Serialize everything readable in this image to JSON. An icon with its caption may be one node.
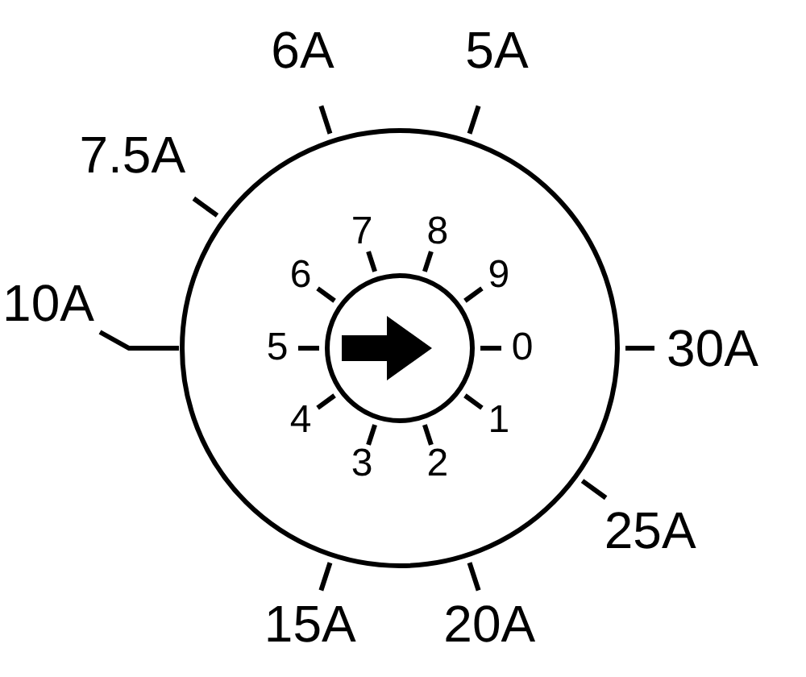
{
  "diagram": {
    "labels": [
      "6A",
      "5A",
      "7.5A",
      "7",
      "8",
      "6",
      "9",
      "10A",
      "5",
      "0",
      "30A",
      "4",
      "1",
      "3",
      "2",
      "25A",
      "15A",
      "20A"
    ]
  }
}
